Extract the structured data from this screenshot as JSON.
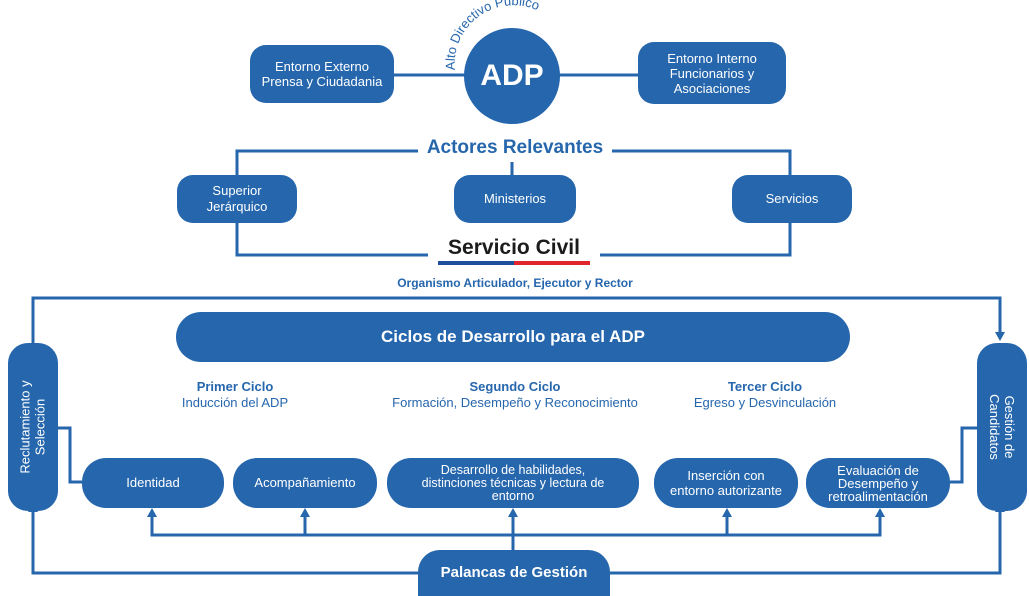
{
  "top": {
    "center_circle": "ADP",
    "arc_label": "Alto Directivo Público",
    "external": [
      "Entorno Externo",
      "Prensa y Ciudadania"
    ],
    "internal": [
      "Entorno Interno",
      "Funcionarios y",
      "Asociaciones"
    ]
  },
  "actores": {
    "title": "Actores Relevantes",
    "superior": [
      "Superior",
      "Jerárquico"
    ],
    "ministerios": "Ministerios",
    "servicios": "Servicios"
  },
  "servicio_civil": {
    "logo": "Servicio Civil",
    "subtitle": "Organismo Articulador, Ejecutor y Rector"
  },
  "ciclos": {
    "title": "Ciclos de Desarrollo para el ADP",
    "first": {
      "name": "Primer Ciclo",
      "desc": "Inducción del ADP"
    },
    "second": {
      "name": "Segundo Ciclo",
      "desc": "Formación, Desempeño y Reconocimiento"
    },
    "third": {
      "name": "Tercer Ciclo",
      "desc": "Egreso y Desvinculación"
    }
  },
  "side": {
    "left": [
      "Reclutamiento y",
      "Selección"
    ],
    "right": [
      "Gestión de",
      "Candidatos"
    ]
  },
  "pills": {
    "identidad": "Identidad",
    "acompanamiento": "Acompañamiento",
    "desarrollo": [
      "Desarrollo de habilidades,",
      "distinciones técnicas y lectura de",
      "entorno"
    ],
    "insercion": [
      "Inserción con",
      "entorno autorizante"
    ],
    "evaluacion": [
      "Evaluación de",
      "Desempeño y",
      "retroalimentación"
    ]
  },
  "palancas": "Palancas de Gestión",
  "colors": {
    "primary": "#2566ad",
    "logo_blue": "#1f4e9c",
    "logo_red": "#e0252d",
    "logo_text": "#1b1b1b"
  }
}
